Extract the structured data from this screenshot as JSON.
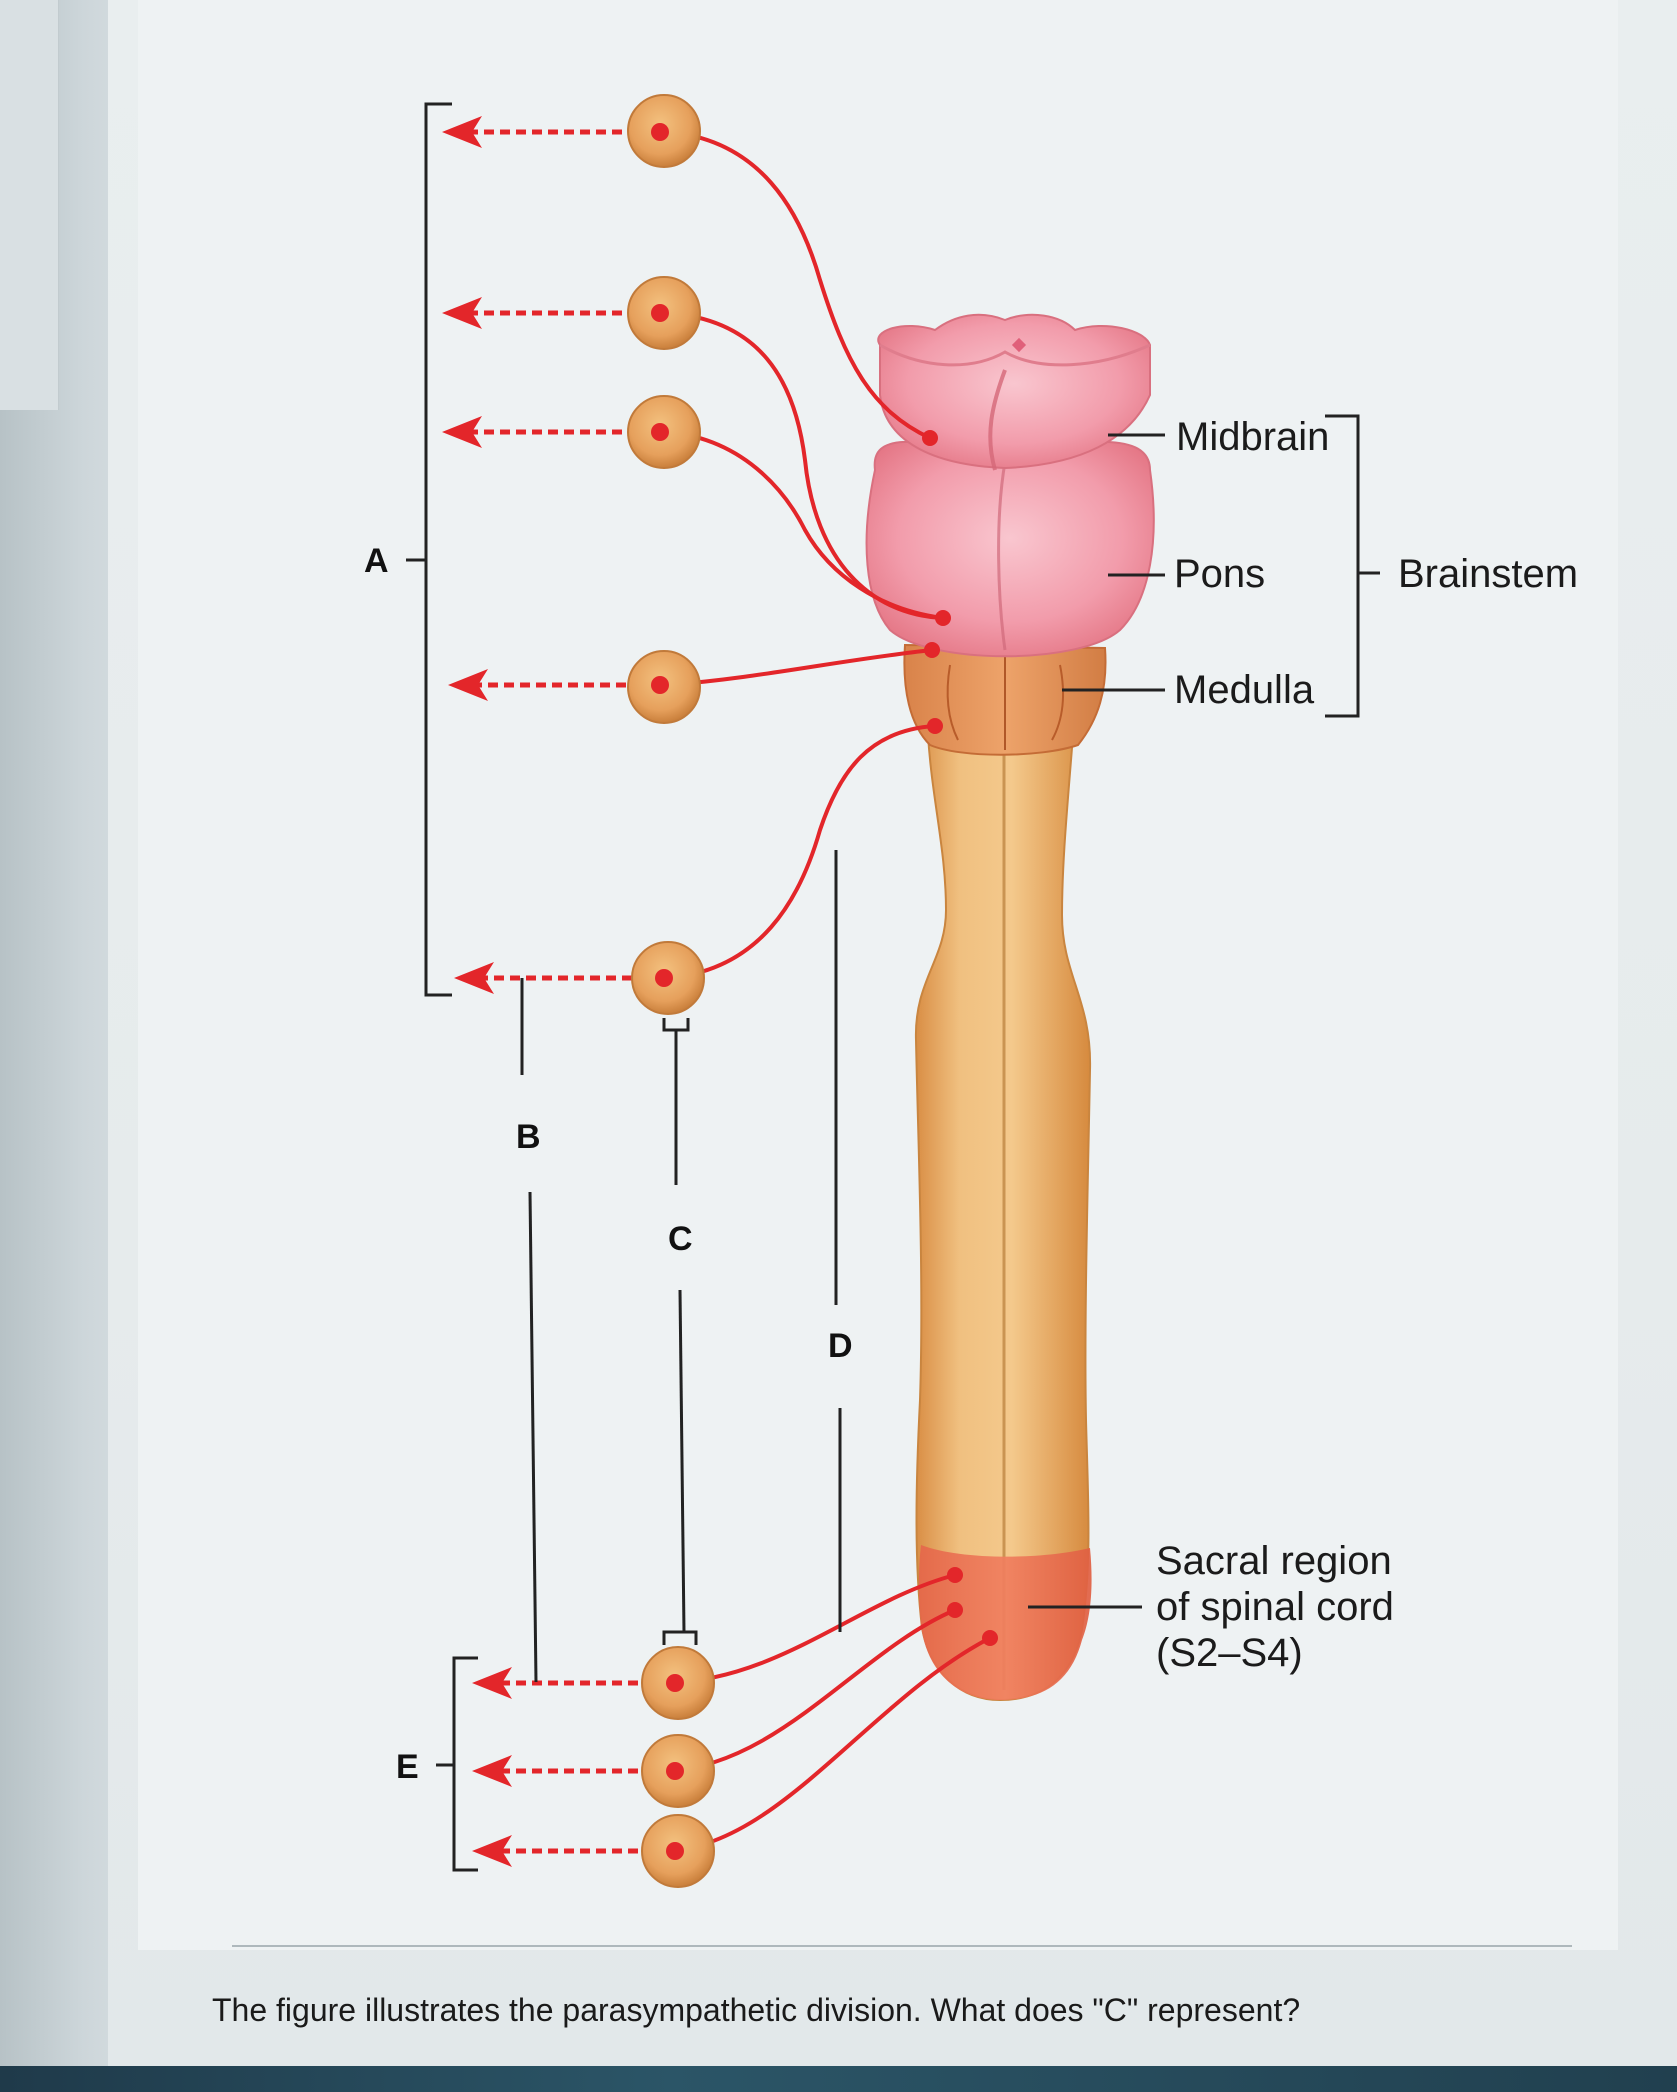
{
  "figure": {
    "region_labels": {
      "a": "A",
      "b": "B",
      "c": "C",
      "d": "D",
      "e": "E"
    },
    "anatomy_labels": {
      "midbrain": "Midbrain",
      "pons": "Pons",
      "medulla": "Medulla",
      "brainstem": "Brainstem",
      "sacral_line1": "Sacral region",
      "sacral_line2": "of spinal cord",
      "sacral_line3": "(S2–S4)"
    },
    "colors": {
      "nerve": "#e3262a",
      "ganglion": "#e6a05c",
      "brain": "#f2a0ae",
      "spinal_cord": "#e9b574",
      "sacral": "#ee6a4c"
    },
    "icons": [
      "ganglion-icon",
      "arrow-left-icon"
    ]
  },
  "question": {
    "text": "The figure illustrates the parasympathetic division. What does \"C\" represent?"
  }
}
